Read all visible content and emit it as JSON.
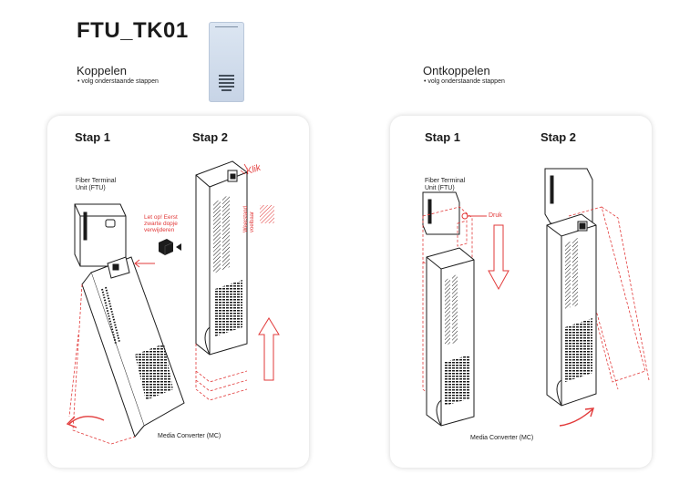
{
  "header": {
    "title": "FTU_TK01"
  },
  "connect": {
    "title": "Koppelen",
    "subtitle": "• volg onderstaande stappen"
  },
  "disconnect": {
    "title": "Ontkoppelen",
    "subtitle": "• volg onderstaande stappen"
  },
  "card_connect": {
    "step1": "Stap 1",
    "step2": "Stap 2",
    "ftu_label": "Fiber Terminal\nUnit (FTU)",
    "warning": "Let op! Eerst\nzwarte dopje\nverwijderen",
    "click": "Klik",
    "resistance": "Weerstand\nvoelbaar",
    "mc_label": "Media Converter (MC)"
  },
  "card_disconnect": {
    "step1": "Stap 1",
    "step2": "Stap 2",
    "ftu_label": "Fiber Terminal\nUnit (FTU)",
    "press": "Druk",
    "mc_label": "Media Converter (MC)"
  },
  "colors": {
    "accent": "#e23a3a",
    "ink": "#1b1b1b",
    "card_bg": "#ffffff"
  }
}
